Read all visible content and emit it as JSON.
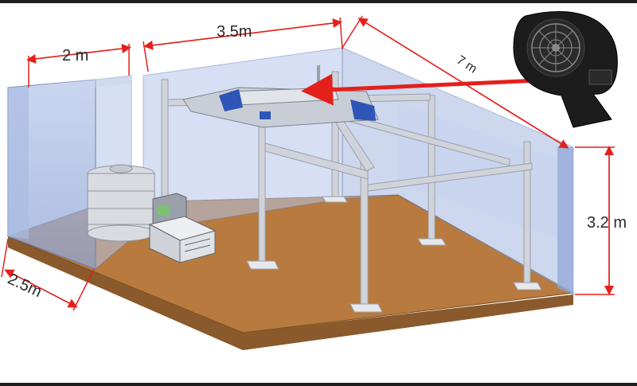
{
  "dimensions": {
    "left_width": "2 m",
    "middle_width": "3.5m",
    "depth": "7 m",
    "height": "3.2 m",
    "front_depth": "2.5m"
  },
  "colors": {
    "floor_top": "#b87a3e",
    "floor_side": "#8a5a2c",
    "wall_glass": "#9fb4dd",
    "dimension_line": "#e4201c",
    "arrow": "#e4201c",
    "frame_steel": "#d0d4da",
    "blower_dark": "#1c1c1c"
  },
  "icons": {
    "blower": "centrifugal-blower-icon",
    "water_tank": "water-tank-icon",
    "control_cabinet": "control-cabinet-icon",
    "air_unit": "air-handling-unit-icon"
  }
}
